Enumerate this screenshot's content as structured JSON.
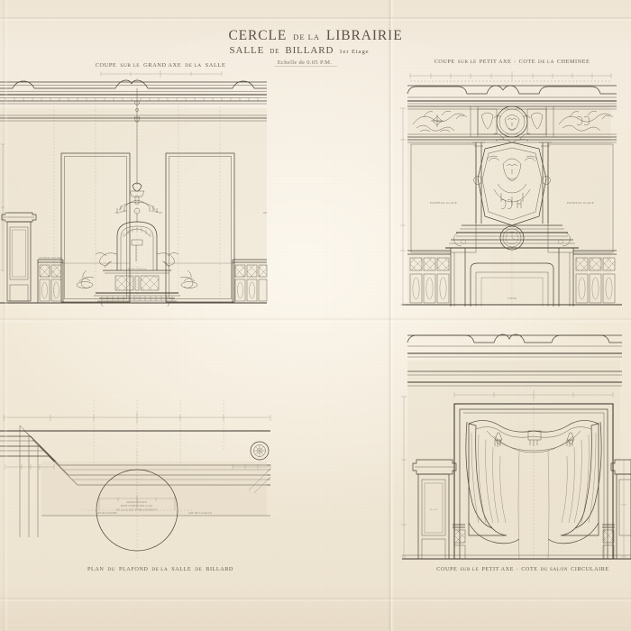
{
  "document": {
    "kind": "architectural-drawing",
    "medium": "ink and pencil on aged paper",
    "paper_color": "#f3ebdd",
    "ink_color": "#4a4338",
    "title_main": "CERCLE DE LA LIBRAIRIE",
    "title_sub": "SALLE DE BILLARD",
    "title_floor": "1er Etage",
    "scale_note": "Echelle de 0.05 P.M."
  },
  "panels": {
    "top_left": {
      "caption_words": [
        "COUPE",
        "SUR LE",
        "GRAND AXE",
        "DE LA",
        "SALLE"
      ],
      "caption": "COUPE SUR LE GRAND AXE DE LA SALLE",
      "features": [
        "cornice",
        "frieze",
        "wall panels",
        "chandelier",
        "overmantel",
        "sconces",
        "dado lattice panels",
        "pilaster"
      ]
    },
    "top_right": {
      "caption_words": [
        "COUPE",
        "SUR LE",
        "PETIT AXE",
        "-",
        "COTE",
        "DE LA",
        "CHEMINEE"
      ],
      "caption": "COUPE SUR LE PETIT AXE - COTE DE LA CHEMINEE",
      "label_left": "PANNEAU GLACE",
      "label_right": "PANNEAU GLACE",
      "features": [
        "carved frieze",
        "cartouche",
        "mascaron",
        "fireplace",
        "clock",
        "mirror panels",
        "dado"
      ]
    },
    "bottom_left": {
      "caption_words": [
        "PLAN",
        "DU",
        "PLAFOND",
        "DE LA",
        "SALLE",
        "DE",
        "BILLARD"
      ],
      "caption": "PLAN DU PLAFOND DE LA SALLE DE BILLARD",
      "centre_note": "GRAND ROSACE / POUR SUSPENSION A GAZ / DE LA Cie DES ETABLISSEMENTS",
      "note_right": "AXE DE LA SALLE",
      "note_left": "AXE DU LUSTRE",
      "features": [
        "mitred coffered border",
        "central medallion circle",
        "corner rosette"
      ]
    },
    "bottom_right": {
      "caption_words": [
        "COUPE",
        "SUR LE",
        "PETIT AXE",
        "-",
        "COTE",
        "DU SALON",
        "CIRCULAIRE"
      ],
      "caption": "COUPE SUR LE PETIT AXE - COTE DU SALON CIRCULAIRE",
      "features": [
        "draped curtain",
        "tasselled tiebacks",
        "archway opening",
        "pedestal pilasters",
        "cornice"
      ]
    }
  },
  "annotations": {
    "dimension_marks": "—",
    "axis_label": "AXE"
  }
}
